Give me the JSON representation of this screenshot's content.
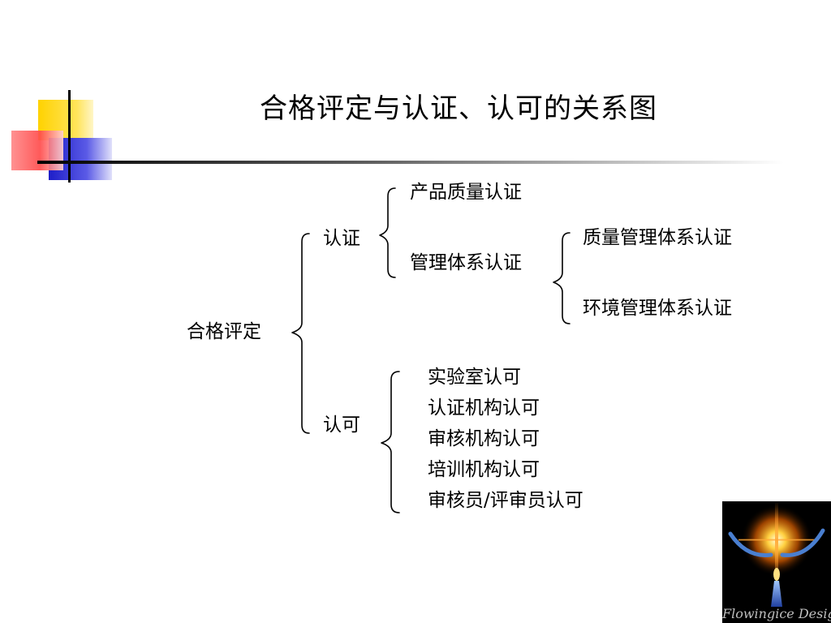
{
  "title": "合格评定与认证、认可的关系图",
  "root": "合格评定",
  "certification": {
    "label": "认证",
    "product": "产品质量认证",
    "management": {
      "label": "管理体系认证",
      "items": [
        "质量管理体系认证",
        "环境管理体系认证"
      ]
    }
  },
  "accreditation": {
    "label": "认可",
    "items": [
      "实验室认可",
      "认证机构认可",
      "审核机构认可",
      "培训机构认可",
      "审核员/评审员认可"
    ]
  },
  "logo": {
    "text": "Flowingice Design"
  },
  "colors": {
    "yellow": "#FFD200",
    "red": "#FF5050",
    "blue": "#2B2BD6",
    "bracket": "#000000"
  }
}
